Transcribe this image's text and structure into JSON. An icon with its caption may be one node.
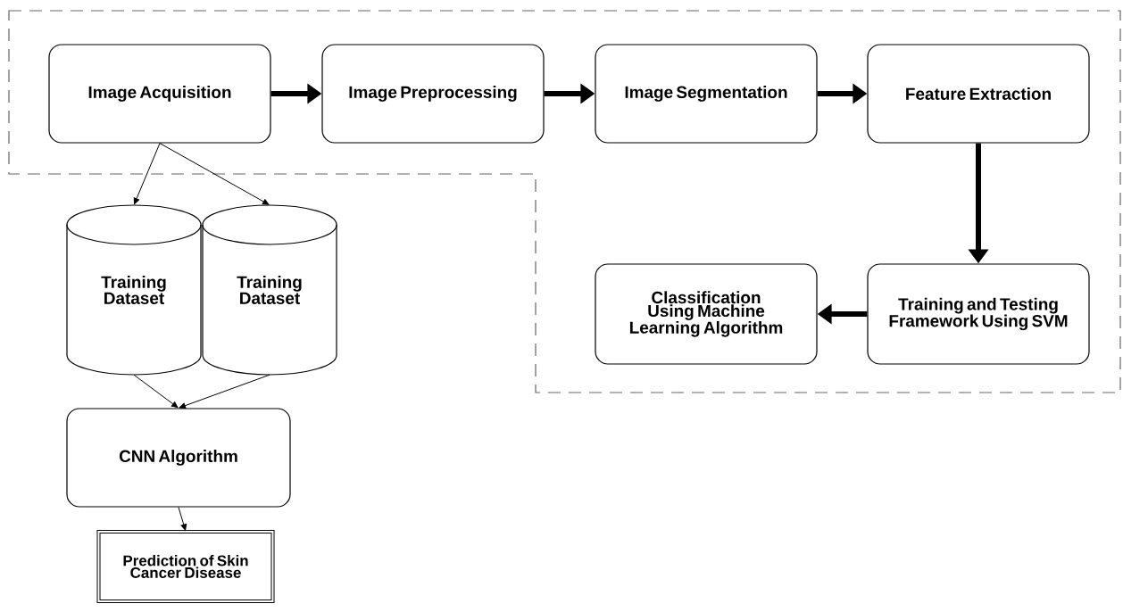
{
  "diagram": {
    "nodes": [
      {
        "text": [
          "Image Acquisition"
        ]
      },
      {
        "text": [
          "Image Preprocessing"
        ]
      },
      {
        "text": [
          "Image Segmentation"
        ]
      },
      {
        "text": [
          "Feature Extraction"
        ]
      },
      {
        "text": [
          "Training Dataset"
        ]
      },
      {
        "text": [
          "Training Dataset"
        ]
      },
      {
        "text": [
          "Classification Using Machine Learning Algorithm"
        ]
      },
      {
        "text": [
          "Training and Testing Framework Using SVM"
        ]
      },
      {
        "text": [
          "CNN Algorithm"
        ]
      },
      {
        "text": [
          "Prediction of Skin Cancer Disease"
        ]
      }
    ],
    "edges": [
      {
        "from": 0,
        "to": 1,
        "arrow": "to",
        "style": "thick"
      },
      {
        "from": 1,
        "to": 2,
        "arrow": "to",
        "style": "thick"
      },
      {
        "from": 2,
        "to": 3,
        "arrow": "to",
        "style": "thick"
      },
      {
        "from": 3,
        "to": 7,
        "arrow": "to",
        "style": "thick"
      },
      {
        "from": 7,
        "to": 6,
        "arrow": "to",
        "style": "thick"
      },
      {
        "from": 0,
        "to": 4,
        "arrow": "to"
      },
      {
        "from": 0,
        "to": 5,
        "arrow": "to"
      },
      {
        "from": 4,
        "to": 8,
        "arrow": "to"
      },
      {
        "from": 5,
        "to": 8,
        "arrow": "to"
      },
      {
        "from": 8,
        "to": 9,
        "arrow": "to"
      }
    ]
  }
}
